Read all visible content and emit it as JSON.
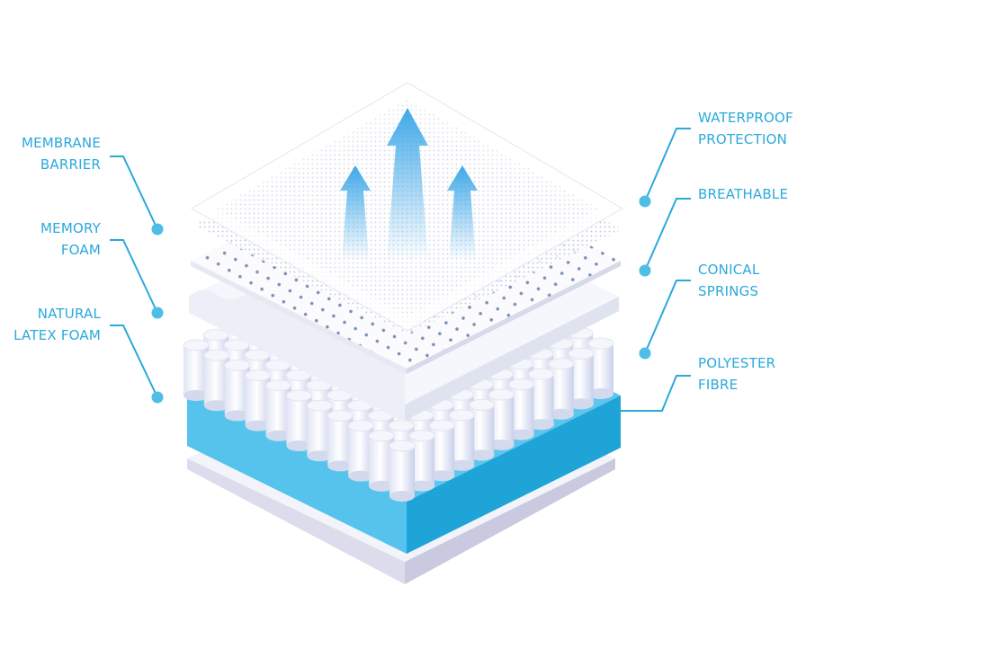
{
  "title": "Mattress layers",
  "colors": {
    "accent": "#2aa9dc",
    "dot": "#4fbde6",
    "foam_blue": "#3bb7e6",
    "foam_dark": "#1fa4d8"
  },
  "labels_left": [
    {
      "line1": "MEMBRANE",
      "line2": "BARRIER"
    },
    {
      "line1": "MEMORY",
      "line2": "FOAM"
    },
    {
      "line1": "NATURAL",
      "line2": "LATEX FOAM"
    }
  ],
  "labels_right": [
    {
      "line1": "WATERPROOF",
      "line2": "PROTECTION"
    },
    {
      "line1": "BREATHABLE",
      "line2": ""
    },
    {
      "line1": "CONICAL",
      "line2": "SPRINGS"
    },
    {
      "line1": "POLYESTER",
      "line2": "FIBRE"
    }
  ]
}
